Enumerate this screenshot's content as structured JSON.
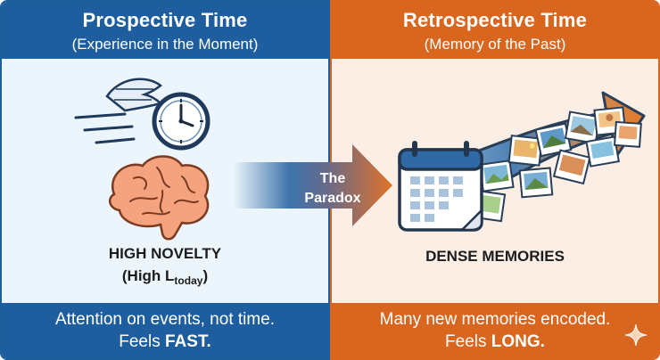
{
  "left_panel": {
    "title": "Prospective Time",
    "subtitle": "(Experience in the Moment)",
    "caption_main": "HIGH NOVELTY",
    "caption_sub_open": "(High L",
    "caption_sub_index": "today",
    "caption_sub_close": ")",
    "footer_line1": "Attention on events, not time.",
    "footer_line2_prefix": "Feels ",
    "footer_line2_emphasis": "FAST."
  },
  "center": {
    "arrow_line1": "The",
    "arrow_line2": "Paradox"
  },
  "right_panel": {
    "title": "Retrospective Time",
    "subtitle": "(Memory of the Past)",
    "caption": "DENSE MEMORIES",
    "footer_line1": "Many new memories encoded.",
    "footer_line2_prefix": "Feels ",
    "footer_line2_emphasis": "LONG."
  },
  "icons": [
    "winged-clock-icon",
    "brain-icon",
    "calendar-icon",
    "photo-stack-icon",
    "sparkle-icon"
  ],
  "colors": {
    "prospective_blue": "#1f5e9e",
    "retrospective_orange": "#d9661f",
    "left_bg": "#ecf5fb",
    "right_bg": "#fbeee4"
  }
}
